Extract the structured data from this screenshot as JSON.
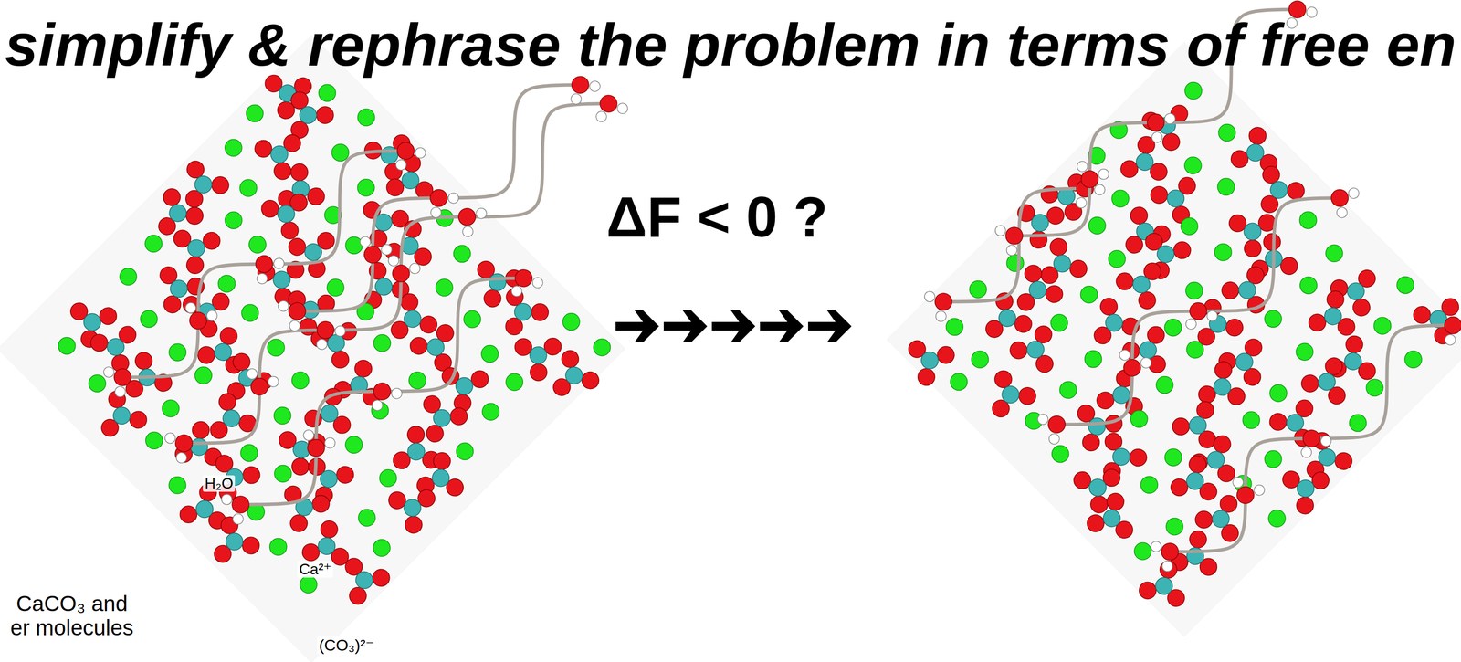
{
  "diagram": {
    "title": "simplify & rephrase the problem in terms of free en",
    "labels": [
      "ΔF < 0 ?",
      "H₂O",
      "Ca²⁺",
      "(CO₃)²⁻",
      "CaCO₃ and er molecules"
    ]
  }
}
